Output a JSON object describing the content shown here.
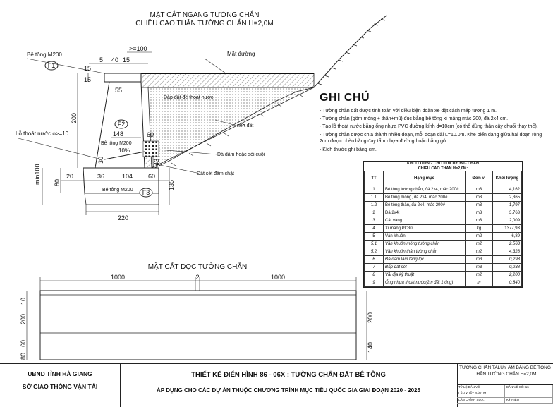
{
  "cross_section": {
    "title": "MẶT CẮT NGANG TƯỜNG CHẮN",
    "subtitle": "CHIỀU CAO THÂN TƯỜNG CHẮN H=2,0M",
    "labels": {
      "concrete_top": "Bê tông M200",
      "road_surface": "Mặt đường",
      "backfill": "Đắp đất để thoát nước",
      "ground": "nền đất",
      "drain_hole": "Lỗ thoát nước ϕ>=10",
      "concrete_mid": "Bê tông M200",
      "gravel": "Đá dăm hoặc sỏi cuội",
      "clay": "Đất sét đầm chặt",
      "concrete_base": "Bê tông M200",
      "slope": "10%",
      "f1": "F1",
      "f2": "F2",
      "f3": "F3",
      "min100": "min100"
    },
    "dims": {
      "d100": ">=100",
      "d5": "5",
      "d40": "40",
      "d15a": "15",
      "d15b": "15",
      "d15c": "15",
      "d55": "55",
      "d200": "200",
      "d148": "148",
      "d60": "60",
      "d30": "30",
      "d43": "43",
      "d80": "80",
      "d20": "20",
      "d36": "36",
      "d104": "104",
      "d60b": "60",
      "d135": "135",
      "d220": "220"
    }
  },
  "long_section": {
    "title": "MẶT CẮT DỌC TƯỜNG CHẮN",
    "dims": {
      "left": "1000",
      "mid": "2",
      "right": "1000",
      "v10": "10",
      "v200": "200",
      "v60": "60",
      "v80": "80",
      "v140": "140",
      "v200r": "200"
    }
  },
  "notes": {
    "heading": "GHI CHÚ",
    "items": [
      "- Tường chắn đất được tính toán với điều kiện đoàn xe đặt cách mép tường 1 m.",
      "- Tường chắn (gồm móng + thân+mũ) đúc bằng bê tông xi măng mác 200, đá 2x4 cm.",
      "- Tạo lỗ thoát nước bằng ống nhựa PVC đường kính d=10cm (có thể dùng thân cây chuối thay thế).",
      "- Tường chắn được chia thành nhiều đoạn, mỗi đoạn dài L=10.0m. Khe biến dạng giữa hai đoạn rộng 2cm được chèn bằng đay tẩm nhựa đường hoặc bằng gỗ.",
      "- Kích thước ghi bằng cm."
    ]
  },
  "quantity_table": {
    "title1": "KHỐI LƯỢNG CHO 01M TƯỜNG CHẮN",
    "title2": "CHIỀU CAO THÂN H=2,0M:",
    "headers": [
      "TT",
      "Hạng mục",
      "Đơn vị",
      "Khối lượng"
    ],
    "rows": [
      {
        "tt": "1",
        "item": "Bê tông tường chắn, đá 2x4, mác 200#",
        "unit": "m3",
        "qty": "4,162",
        "italic": false
      },
      {
        "tt": "1.1",
        "item": "Bê tông móng, đá 2x4, mác 200#",
        "unit": "m3",
        "qty": "2,365",
        "italic": false
      },
      {
        "tt": "1.2",
        "item": "Bê tông thân, đá 2x4, mác 200#",
        "unit": "m3",
        "qty": "1,797",
        "italic": false
      },
      {
        "tt": "2",
        "item": "Đá 2x4:",
        "unit": "m3",
        "qty": "3,763",
        "italic": false
      },
      {
        "tt": "3",
        "item": "Cát vàng",
        "unit": "m3",
        "qty": "2,009",
        "italic": false
      },
      {
        "tt": "4",
        "item": "Xi măng PC30:",
        "unit": "kg",
        "qty": "1377,93",
        "italic": false
      },
      {
        "tt": "5",
        "item": "Ván khuôn",
        "unit": "m2",
        "qty": "6,89",
        "italic": false
      },
      {
        "tt": "5.1",
        "item": "Ván khuôn móng tường chắn",
        "unit": "m2",
        "qty": "2,563",
        "italic": true
      },
      {
        "tt": "5.2",
        "item": "Ván khuôn thân tường chắn",
        "unit": "m2",
        "qty": "4,328",
        "italic": true
      },
      {
        "tt": "6",
        "item": "Đá dăm làm tầng lọc",
        "unit": "m3",
        "qty": "0,293",
        "italic": true
      },
      {
        "tt": "7",
        "item": "Đắp đất sét",
        "unit": "m3",
        "qty": "0,238",
        "italic": true
      },
      {
        "tt": "8",
        "item": "Vải địa kỹ thuật",
        "unit": "m2",
        "qty": "2,200",
        "italic": true
      },
      {
        "tt": "9",
        "item": "Ống nhựa thoát nước(2m đặt 1 ống)",
        "unit": "m",
        "qty": "0,840",
        "italic": true
      }
    ]
  },
  "title_block": {
    "org1": "UBND TỈNH HÀ GIANG",
    "org2": "SỞ GIAO THÔNG VẬN TẢI",
    "design_title": "THIẾT KẾ ĐIỂN HÌNH 86 - 06X :  TƯỜNG CHẮN ĐẤT BÊ TÔNG",
    "apply": "ÁP DỤNG CHO CÁC DỰ ÁN THUỘC CHƯƠNG TRÌNH MỤC TIÊU QUỐC GIA GIAI ĐOẠN 2020 - 2025",
    "sheet_title1": "TƯỜNG CHẮN TALUY ÂM BẰNG BÊ TÔNG",
    "sheet_title2": "THÂN TƯỜNG CHẮN H=2,0M",
    "r1a": "TỶ LỆ BẢN VẼ",
    "r1b": "BẢN VẼ SỐ: 16",
    "r2a": "LẦN XUẤT BẢN: 01",
    "r2b": "",
    "r3a": "LẦN CHỈNH SỬA:",
    "r3b": "KÝ HIỆU"
  }
}
